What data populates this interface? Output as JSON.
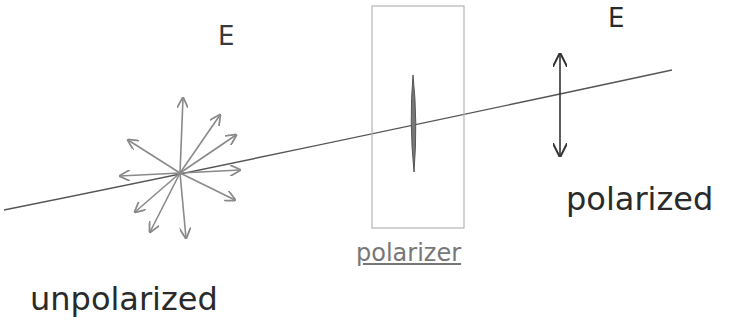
{
  "diagram": {
    "labels": [
      "E",
      "E",
      "polarized",
      "polarizer",
      "unpolarized"
    ]
  }
}
